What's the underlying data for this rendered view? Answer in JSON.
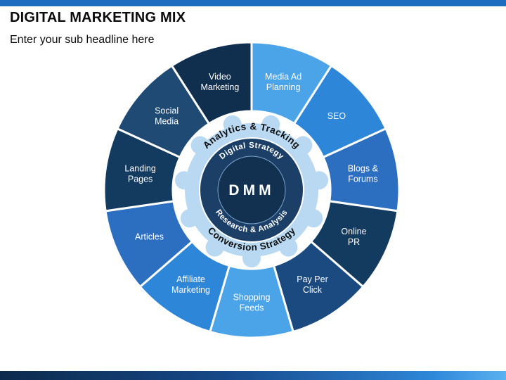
{
  "slide": {
    "title": "DIGITAL MARKETING MIX",
    "subtitle": "Enter your sub headline here",
    "top_bar_color": "#1c6dc0",
    "bottom_bar_colors": [
      "#0c2a4c",
      "#16498a",
      "#2e86d8",
      "#5ab1f0"
    ]
  },
  "wheel": {
    "center_label": "DMM",
    "inner_ring_top": "Digital Strategy",
    "inner_ring_bottom": "Research & Analysis",
    "gear_text_top": "Analytics & Tracking",
    "gear_text_bottom": "Conversion Strategy",
    "gear_color": "#b9d9f2",
    "ring_color": "#1b3f66",
    "core_color": "#12304f",
    "segment_divider_color": "#ffffff",
    "segments": [
      {
        "label": "Media Ad\nPlanning",
        "color": "#4ba3e8"
      },
      {
        "label": "SEO",
        "color": "#2e86d8"
      },
      {
        "label": "Blogs &\nForums",
        "color": "#2c6fc0"
      },
      {
        "label": "Online\nPR",
        "color": "#133a5f"
      },
      {
        "label": "Pay Per\nClick",
        "color": "#1a4a80"
      },
      {
        "label": "Shopping\nFeeds",
        "color": "#4ba3e8"
      },
      {
        "label": "Affiliate\nMarketing",
        "color": "#2e86d8"
      },
      {
        "label": "Articles",
        "color": "#2c6fc0"
      },
      {
        "label": "Landing\nPages",
        "color": "#133a5f"
      },
      {
        "label": "Social\nMedia",
        "color": "#1e4a74"
      },
      {
        "label": "Video\nMarketing",
        "color": "#102f4f"
      }
    ]
  }
}
